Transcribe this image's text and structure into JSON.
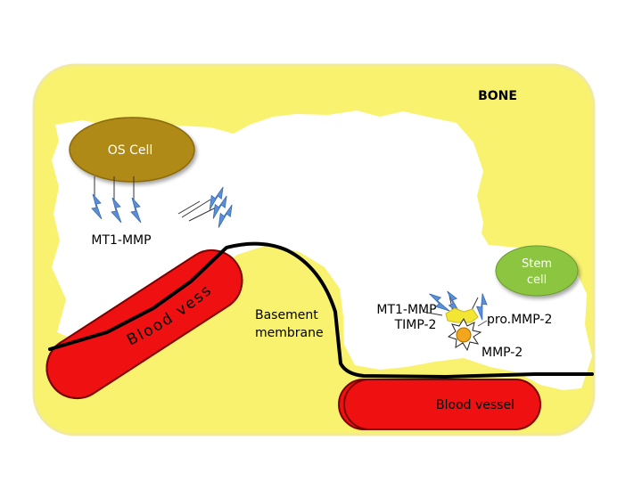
{
  "labels": {
    "bone": "BONE",
    "os_cell": "OS Cell",
    "mt1_mmp_top": "MT1-MMP",
    "stem_cell_line1": "Stem",
    "stem_cell_line2": "cell",
    "blood_vessel_curved": "Blood vessel",
    "basement_line1": "Basement",
    "basement_line2": "membrane",
    "mt1_mmp_complex": "MT1-MMP",
    "timp2": "TIMP-2",
    "pro_mmp2": "pro.MMP-2",
    "mmp2": "MMP-2",
    "blood_vessel_bottom": "Blood vessel"
  },
  "colors": {
    "bone_yellow": "#f9f26f",
    "bone_border": "#f0e896",
    "cavity": "#ffffff",
    "os_cell_fill": "#b08a12",
    "stem_cell_fill": "#8cc63f",
    "vessel_red": "#ef1111",
    "membrane": "#000000",
    "receptor_blue": "#5b8fd6",
    "timp_yellow": "#f2e534",
    "mmp_orange": "#f2a61e"
  }
}
